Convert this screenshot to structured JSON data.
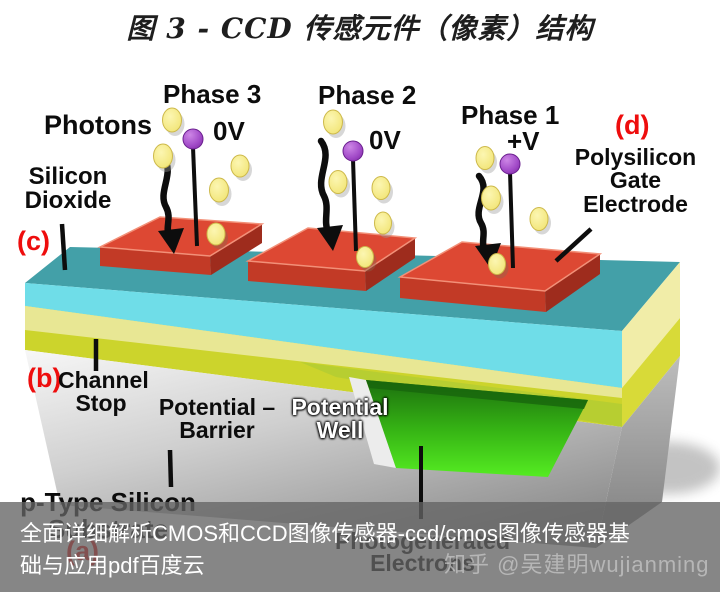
{
  "title": "图 3 - CCD 传感元件（像素）结构",
  "labels": {
    "photons": "Photons",
    "phase3": "Phase 3",
    "phase3_voltage": "0V",
    "phase2": "Phase 2",
    "phase2_voltage": "0V",
    "phase1": "Phase 1",
    "phase1_voltage": "+V",
    "marker_a": "(a)",
    "marker_b": "(b)",
    "marker_c": "(c)",
    "marker_d": "(d)",
    "silicon_dioxide": "Silicon\nDioxide",
    "polysilicon_gate": "Polysilicon\nGate\nElectrode",
    "channel_stop": "Channel\nStop",
    "potential_barrier": "Potential –\nBarrier",
    "potential_well": "Potential\nWell",
    "p_type_substrate": "p-Type Silicon\nSubstrate",
    "photogenerated_electrons": "Photogenerated\nElectrons"
  },
  "overlay": {
    "caption_line1": "全面详细解析CMOS和CCD图像传感器-ccd/cmos图像传感器基",
    "caption_line2": "础与应用pdf百度云",
    "watermark": "知乎 @吴建明wujianming"
  },
  "colors": {
    "marker_red": "#ee0d0d",
    "sio2_top": "#43a0a8",
    "sio2_front": "#6fdde8",
    "side_cream": "#f1eda8",
    "channel_front": "#ccd42c",
    "channel_highlight": "#ebe9a0",
    "channel_side": "#d8da38",
    "electrode_top": "#dd4833",
    "electrode_front": "#c23a26",
    "electrode_side": "#9e2c1d",
    "well_green": "#3ecf1b",
    "substrate_gray": "#c9c9c9",
    "terminal_purple": "#9b44c0",
    "photon_yellow": "#f6e98e"
  }
}
